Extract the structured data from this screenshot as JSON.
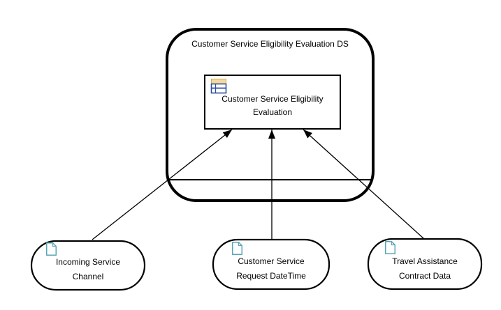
{
  "diagram": {
    "decision_service": {
      "label": "Customer Service Eligibility Evaluation DS",
      "decision": {
        "label": "Customer Service Eligibility\nEvaluation",
        "icon": "decision-table-icon"
      }
    },
    "input_data": [
      {
        "label": "Incoming Service\nChannel",
        "icon": "document-icon"
      },
      {
        "label": "Customer Service\nRequest DateTime",
        "icon": "document-icon"
      },
      {
        "label": "Travel Assistance\nContract Data",
        "icon": "document-icon"
      }
    ],
    "connections": [
      {
        "from": "Incoming Service Channel",
        "to": "Customer Service Eligibility Evaluation"
      },
      {
        "from": "Customer Service Request DateTime",
        "to": "Customer Service Eligibility Evaluation"
      },
      {
        "from": "Travel Assistance Contract Data",
        "to": "Customer Service Eligibility Evaluation"
      }
    ],
    "colors": {
      "shape_stroke": "#000000",
      "text": "#000000",
      "background": "#ffffff",
      "table_icon_header_fill": "#F4D9A0",
      "table_icon_header_stroke": "#D9A94B",
      "table_icon_grid_stroke": "#2B4F9E",
      "document_icon_stroke": "#58A7B4"
    }
  }
}
